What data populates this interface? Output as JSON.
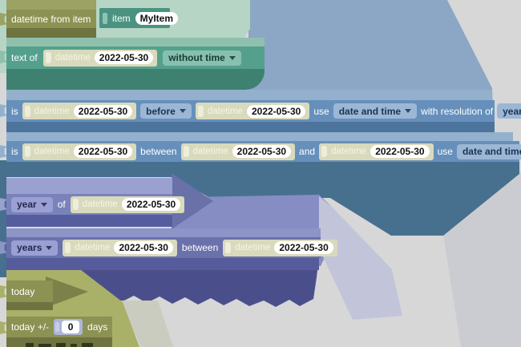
{
  "palette": {
    "gray_bg": "#d7d7d8",
    "gray_dark": "#cbccd1",
    "gray_green": "#c9ccbf",
    "seafoam": "#b7d5c5",
    "olive_strip": "#9ba263",
    "olive_row": "#8b9252",
    "olive_dark": "#6e7340",
    "olive_bg": "#a9b068",
    "olive_tri": "#7b8148",
    "teal_light": "#8fc0ae",
    "teal_row": "#55a08d",
    "teal_dark": "#3e8171",
    "item_teal": "#4a9381",
    "item_plug": "#8fc2b2",
    "dd_teal": "#87c0af",
    "dd_teal_text": "#163c31",
    "blue_big_light": "#8ba7c5",
    "blue_big_dark": "#47708f",
    "blue_light": "#93b1cd",
    "blue_row": "#6690bb",
    "blue_dark": "#4c749c",
    "dd_blue": "#9cb7d5",
    "dd_blue_text": "#1c3354",
    "peri_light": "#9aa0cf",
    "peri_row": "#7a82bb",
    "peri_dark": "#565d9e",
    "peri_arrow": "#6a71a8",
    "peri_band": "#868dc2",
    "peri2_light": "#8d94c8",
    "peri2_row": "#6a71ab",
    "peri2_dark": "#555b9b",
    "dd_peri": "#9aa0d3",
    "dd_peri_text": "#23284e",
    "lavender": "#c2c5da",
    "navy": "#4a4f8c",
    "khaki": "#d9dabc",
    "khaki_plug": "#ecedda",
    "khaki_label": "#f4f5e6",
    "field": "#ffffff",
    "num_block": "#aeb6d8"
  },
  "blocks": {
    "datetime_from_item": {
      "label": "datetime from item",
      "item_label": "item",
      "item_value": "MyItem"
    },
    "text_of": {
      "label": "text of",
      "dt_label": "datetime",
      "dt_value": "2022-05-30",
      "format_dropdown": "without time"
    },
    "is_before": {
      "is_label": "is",
      "dt1_label": "datetime",
      "dt1_value": "2022-05-30",
      "op_dropdown": "before",
      "dt2_label": "datetime",
      "dt2_value": "2022-05-30",
      "use_label": "use",
      "use_dropdown": "date and time",
      "resolution_label": "with resolution of",
      "resolution_dropdown": "years"
    },
    "is_between": {
      "is_label": "is",
      "dt1_label": "datetime",
      "dt1_value": "2022-05-30",
      "between_label": "between",
      "dt2_label": "datetime",
      "dt2_value": "2022-05-30",
      "and_label": "and",
      "dt3_label": "datetime",
      "dt3_value": "2022-05-30",
      "use_label": "use",
      "use_dropdown": "date and time"
    },
    "unit_of": {
      "unit_dropdown": "year",
      "of_label": "of",
      "dt_label": "datetime",
      "dt_value": "2022-05-30"
    },
    "units_between": {
      "unit_dropdown": "years",
      "dt1_label": "datetime",
      "dt1_value": "2022-05-30",
      "between_label": "between",
      "dt2_label": "datetime",
      "dt2_value": "2022-05-30"
    },
    "today": {
      "label": "today"
    },
    "today_offset": {
      "prefix": "today +/-",
      "value": "0",
      "suffix": "days"
    }
  }
}
